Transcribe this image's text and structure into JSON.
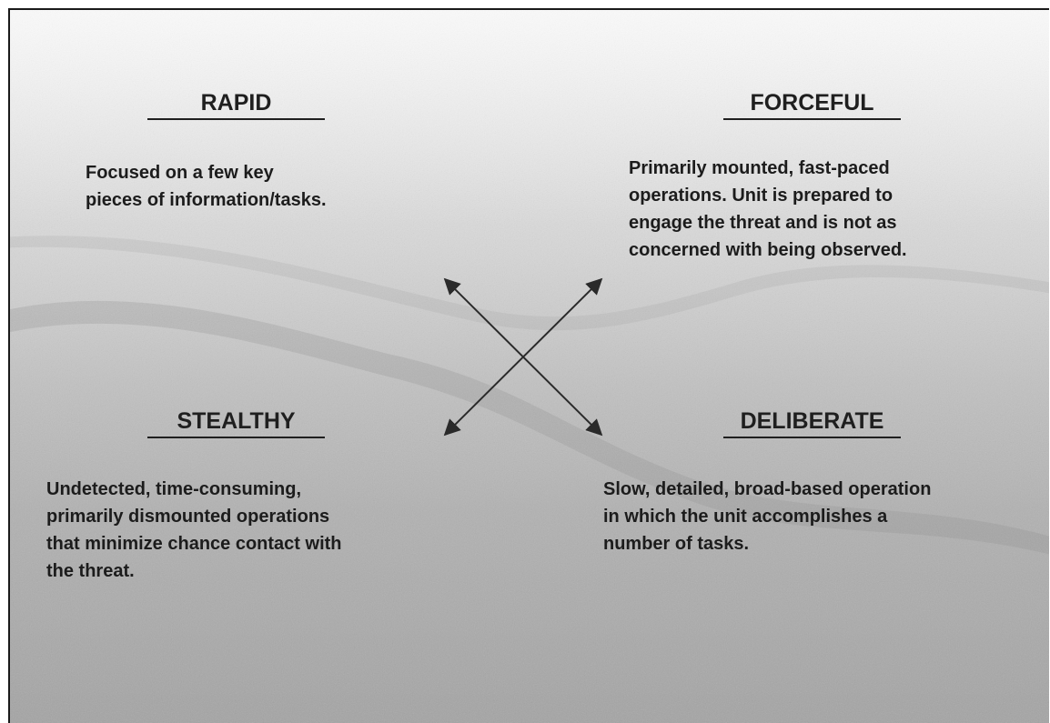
{
  "quadrants": {
    "rapid": {
      "title": "RAPID",
      "description": "Focused on a few key\npieces of information/tasks."
    },
    "forceful": {
      "title": "FORCEFUL",
      "description": "Primarily mounted, fast-paced\noperations. Unit is prepared to\nengage the threat and is not as\nconcerned with being observed."
    },
    "stealthy": {
      "title": "STEALTHY",
      "description": "Undetected, time-consuming,\nprimarily dismounted operations\nthat minimize chance contact with\nthe threat."
    },
    "deliberate": {
      "title": "DELIBERATE",
      "description": "Slow, detailed, broad-based operation\nin which the unit accomplishes a\nnumber of tasks."
    }
  },
  "colors": {
    "text": "#1c1c1c",
    "arrow": "#2a2a2a",
    "frame": "#1a1a1a"
  },
  "background": "aerial-city-photo (grayscale)"
}
